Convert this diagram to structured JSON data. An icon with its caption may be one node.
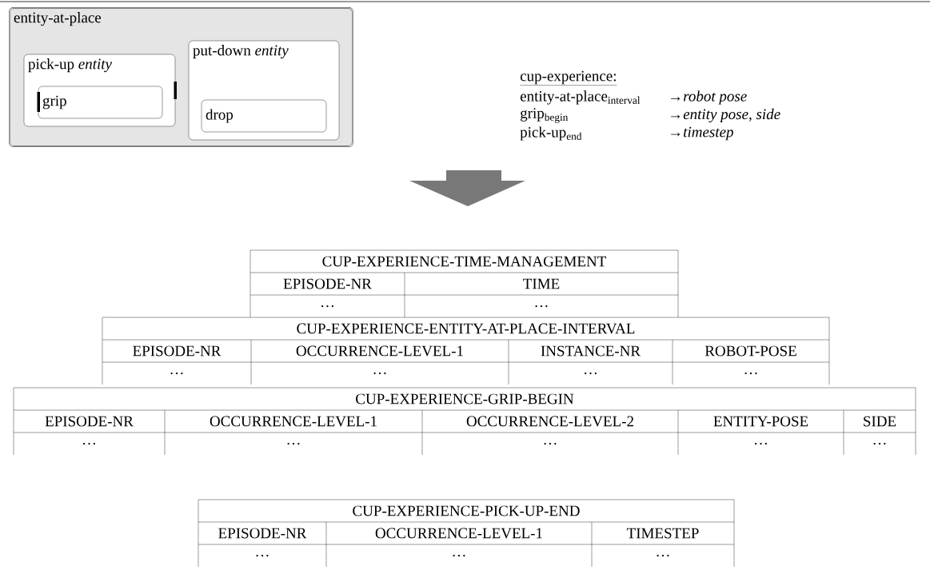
{
  "diagram": {
    "nodes": [
      {
        "text": [
          "entity-at-place"
        ]
      },
      {
        "text": [
          "pick-up *entity*"
        ],
        "in": 0
      },
      {
        "text": [
          "grip"
        ],
        "in": 1
      },
      {
        "text": [
          "put-down *entity*"
        ],
        "in": 0
      },
      {
        "text": [
          "drop"
        ],
        "in": 3
      }
    ],
    "labels": [
      "cup-experience:",
      "entity-at-place$_{interval}$",
      "→*robot pose*",
      "grip$_{begin}$",
      "→*entity pose, side*",
      "pick-up$_{end}$",
      "→*timestep*",
      "CUP-EXPERIENCE-TIME-MANAGEMENT",
      "EPISODE-NR",
      "TIME",
      "…",
      "…",
      "CUP-EXPERIENCE-ENTITY-AT-PLACE-INTERVAL",
      "EPISODE-NR",
      "OCCURRENCE-LEVEL-1",
      "INSTANCE-NR",
      "ROBOT-POSE",
      "…",
      "…",
      "…",
      "…",
      "CUP-EXPERIENCE-GRIP-BEGIN",
      "EPISODE-NR",
      "OCCURRENCE-LEVEL-1",
      "OCCURRENCE-LEVEL-2",
      "ENTITY-POSE",
      "SIDE",
      "…",
      "…",
      "…",
      "…",
      "…",
      "CUP-EXPERIENCE-PICK-UP-END",
      "EPISODE-NR",
      "OCCURRENCE-LEVEL-1",
      "TIMESTEP",
      "…",
      "…",
      "…"
    ]
  }
}
